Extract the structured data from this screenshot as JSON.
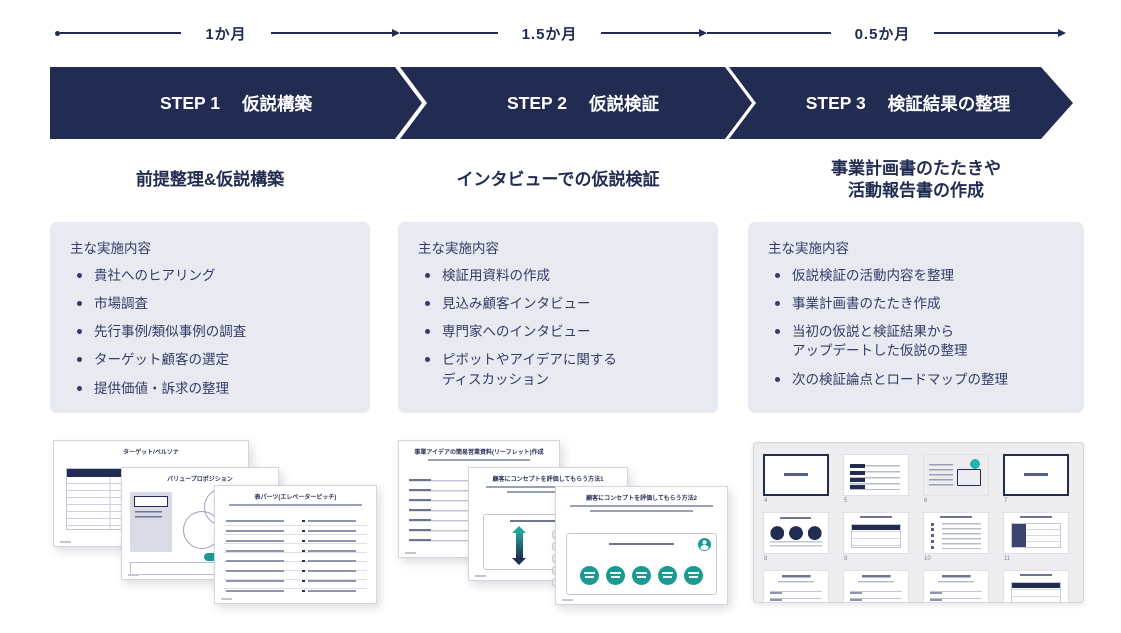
{
  "colors": {
    "navy": "#222C52",
    "teal": "#1B9A94",
    "box_background": "#E8EAF2",
    "body_text": "#323C66",
    "panel_background": "#EDEDF0"
  },
  "timeline": {
    "labels": [
      "1か月",
      "1.5か月",
      "0.5か月"
    ]
  },
  "steps": [
    {
      "step_label": "STEP 1",
      "step_title": "仮説構築",
      "subtitle": "前提整理&仮説構築",
      "box_heading": "主な実施内容",
      "items": [
        "貴社へのヒアリング",
        "市場調査",
        "先行事例/類似事例の調査",
        "ターゲット顧客の選定",
        "提供価値・訴求の整理"
      ]
    },
    {
      "step_label": "STEP 2",
      "step_title": "仮説検証",
      "subtitle": "インタビューでの仮説検証",
      "box_heading": "主な実施内容",
      "items": [
        "検証用資料の作成",
        "見込み顧客インタビュー",
        "専門家へのインタビュー",
        "ピボットやアイデアに関する\nディスカッション"
      ]
    },
    {
      "step_label": "STEP 3",
      "step_title": "検証結果の整理",
      "subtitle": "事業計画書のたたきや",
      "subtitle2": "活動報告書の作成",
      "box_heading": "主な実施内容",
      "items": [
        "仮説検証の活動内容を整理",
        "事業計画書のたたき作成",
        "当初の仮説と検証結果から\nアップデートした仮説の整理",
        "次の検証論点とロードマップの整理"
      ]
    }
  ],
  "documents": {
    "step1_slides": [
      {
        "title": "ターゲット/ペルソナ"
      },
      {
        "title": "バリュープロポジション"
      },
      {
        "title": "表パーツ(エレベーターピッチ)"
      }
    ],
    "step2_slides": [
      {
        "title": "事業アイデアの簡易営業資料(リーフレット)作成"
      },
      {
        "title": "顧客にコンセプトを評価してもらう方法1"
      },
      {
        "title": "顧客にコンセプトを評価してもらう方法2"
      }
    ],
    "step3_page_numbers": [
      "4",
      "5",
      "6",
      "7",
      "8",
      "9",
      "10",
      "11"
    ]
  }
}
